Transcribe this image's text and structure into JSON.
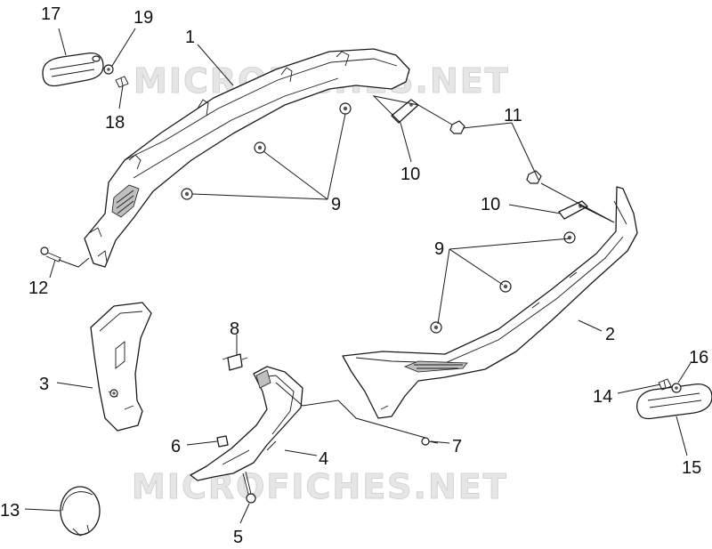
{
  "watermark": {
    "top": "MICROFICHES.NET",
    "bottom": "MICROFICHES.NET"
  },
  "callouts": [
    {
      "id": "17",
      "label": "17"
    },
    {
      "id": "19",
      "label": "19"
    },
    {
      "id": "1",
      "label": "1"
    },
    {
      "id": "18",
      "label": "18"
    },
    {
      "id": "11",
      "label": "11"
    },
    {
      "id": "10a",
      "label": "10"
    },
    {
      "id": "9a",
      "label": "9"
    },
    {
      "id": "10b",
      "label": "10"
    },
    {
      "id": "9b",
      "label": "9"
    },
    {
      "id": "12",
      "label": "12"
    },
    {
      "id": "2",
      "label": "2"
    },
    {
      "id": "8",
      "label": "8"
    },
    {
      "id": "3",
      "label": "3"
    },
    {
      "id": "16",
      "label": "16"
    },
    {
      "id": "14",
      "label": "14"
    },
    {
      "id": "6",
      "label": "6"
    },
    {
      "id": "7",
      "label": "7"
    },
    {
      "id": "4",
      "label": "4"
    },
    {
      "id": "15",
      "label": "15"
    },
    {
      "id": "13",
      "label": "13"
    },
    {
      "id": "5",
      "label": "5"
    }
  ]
}
